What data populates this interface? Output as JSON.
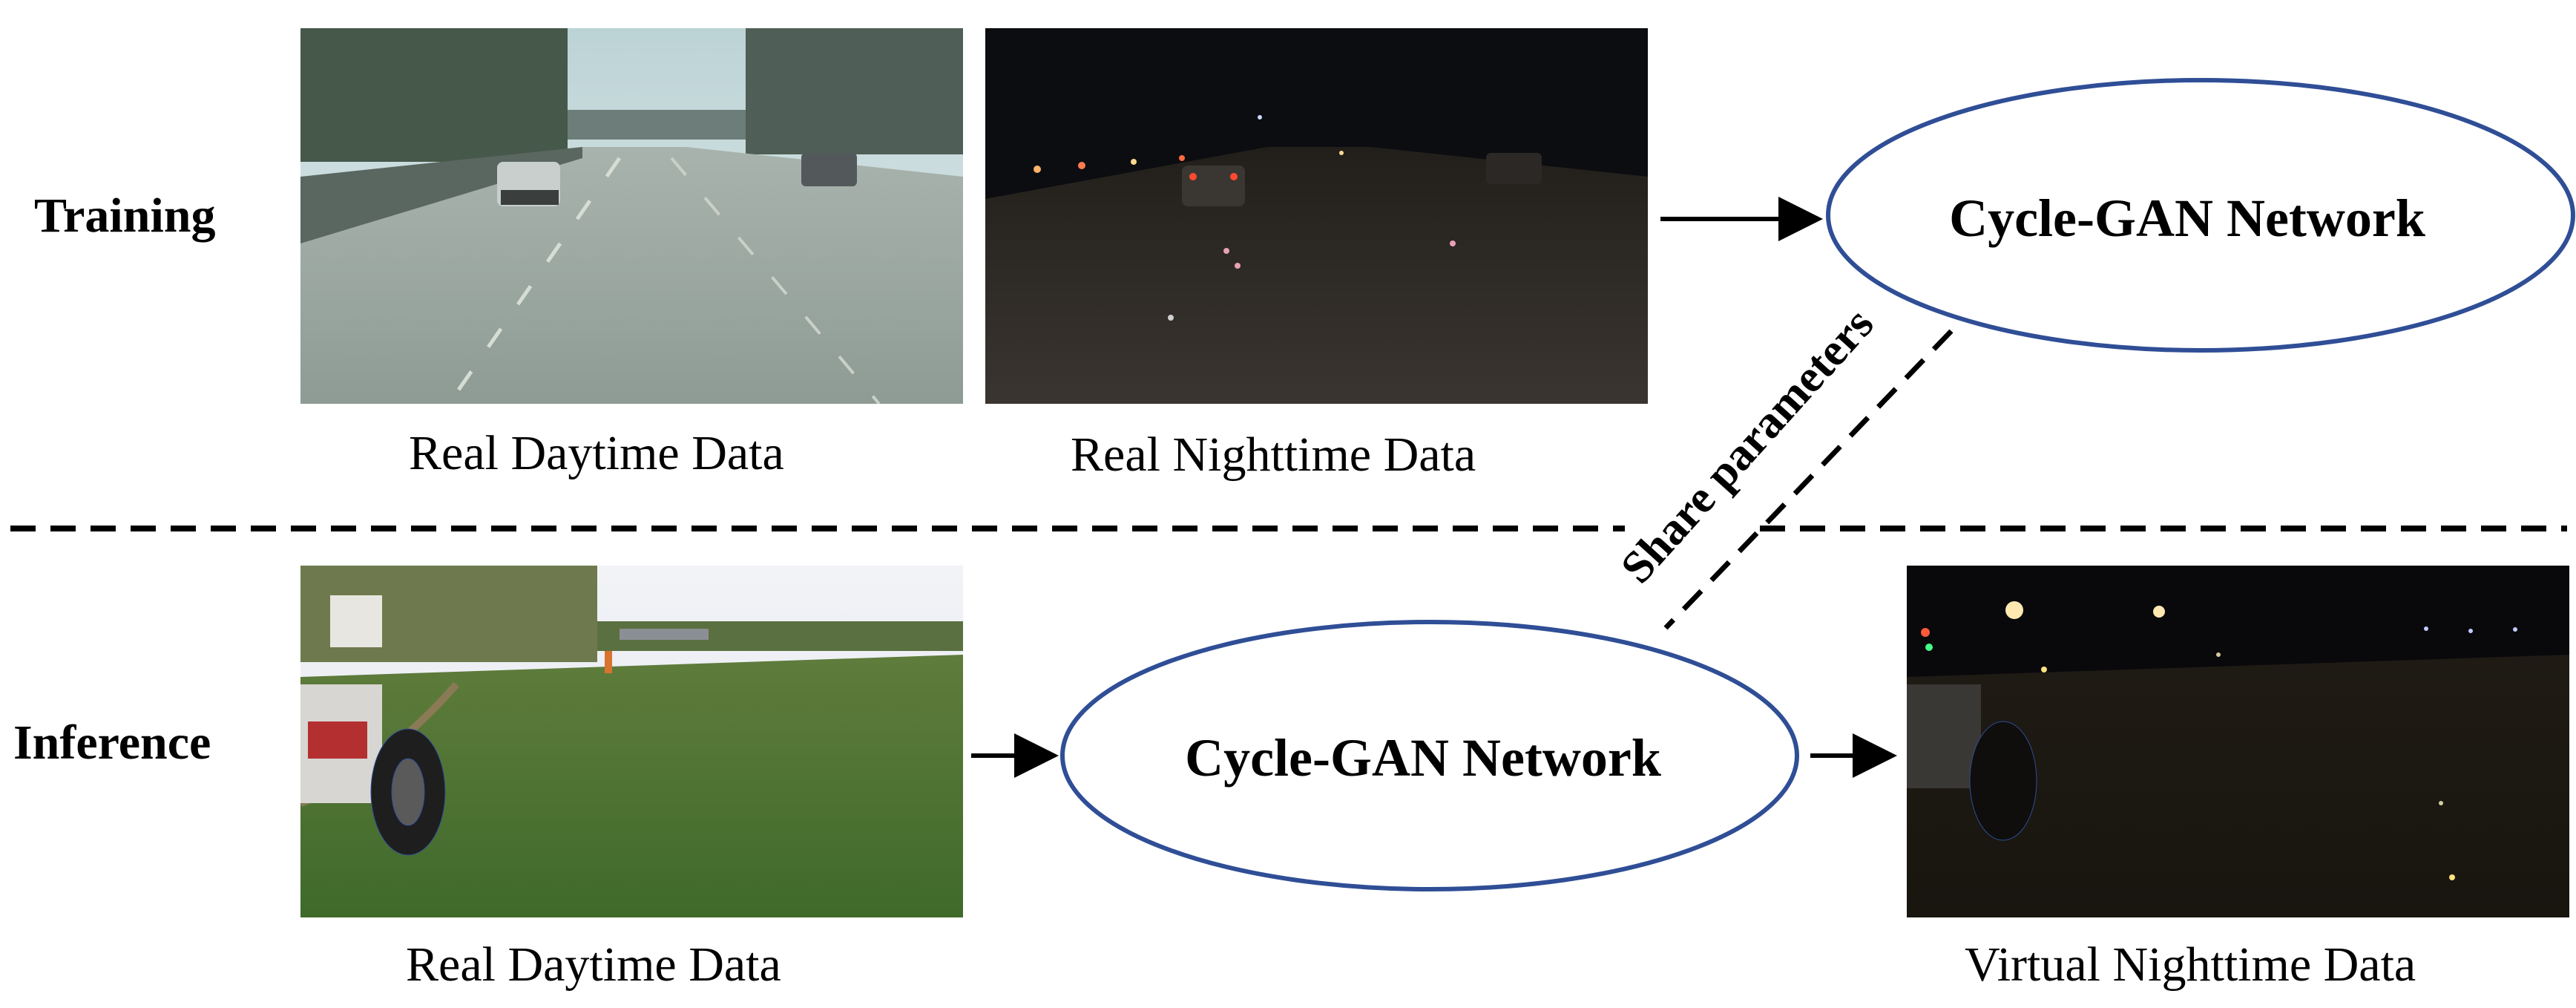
{
  "rows": {
    "training": "Training",
    "inference": "Inference"
  },
  "captions": {
    "train_day": "Real Daytime Data",
    "train_night": "Real Nighttime Data",
    "infer_day": "Real Daytime Data",
    "infer_night": "Virtual Nighttime Data"
  },
  "nodes": {
    "train_network": "Cycle-GAN Network",
    "infer_network": "Cycle-GAN Network"
  },
  "edges": {
    "share": "Share parameters"
  },
  "colors": {
    "ellipse_stroke": "#2f4e96",
    "arrow": "#000000",
    "divider": "#000000"
  }
}
